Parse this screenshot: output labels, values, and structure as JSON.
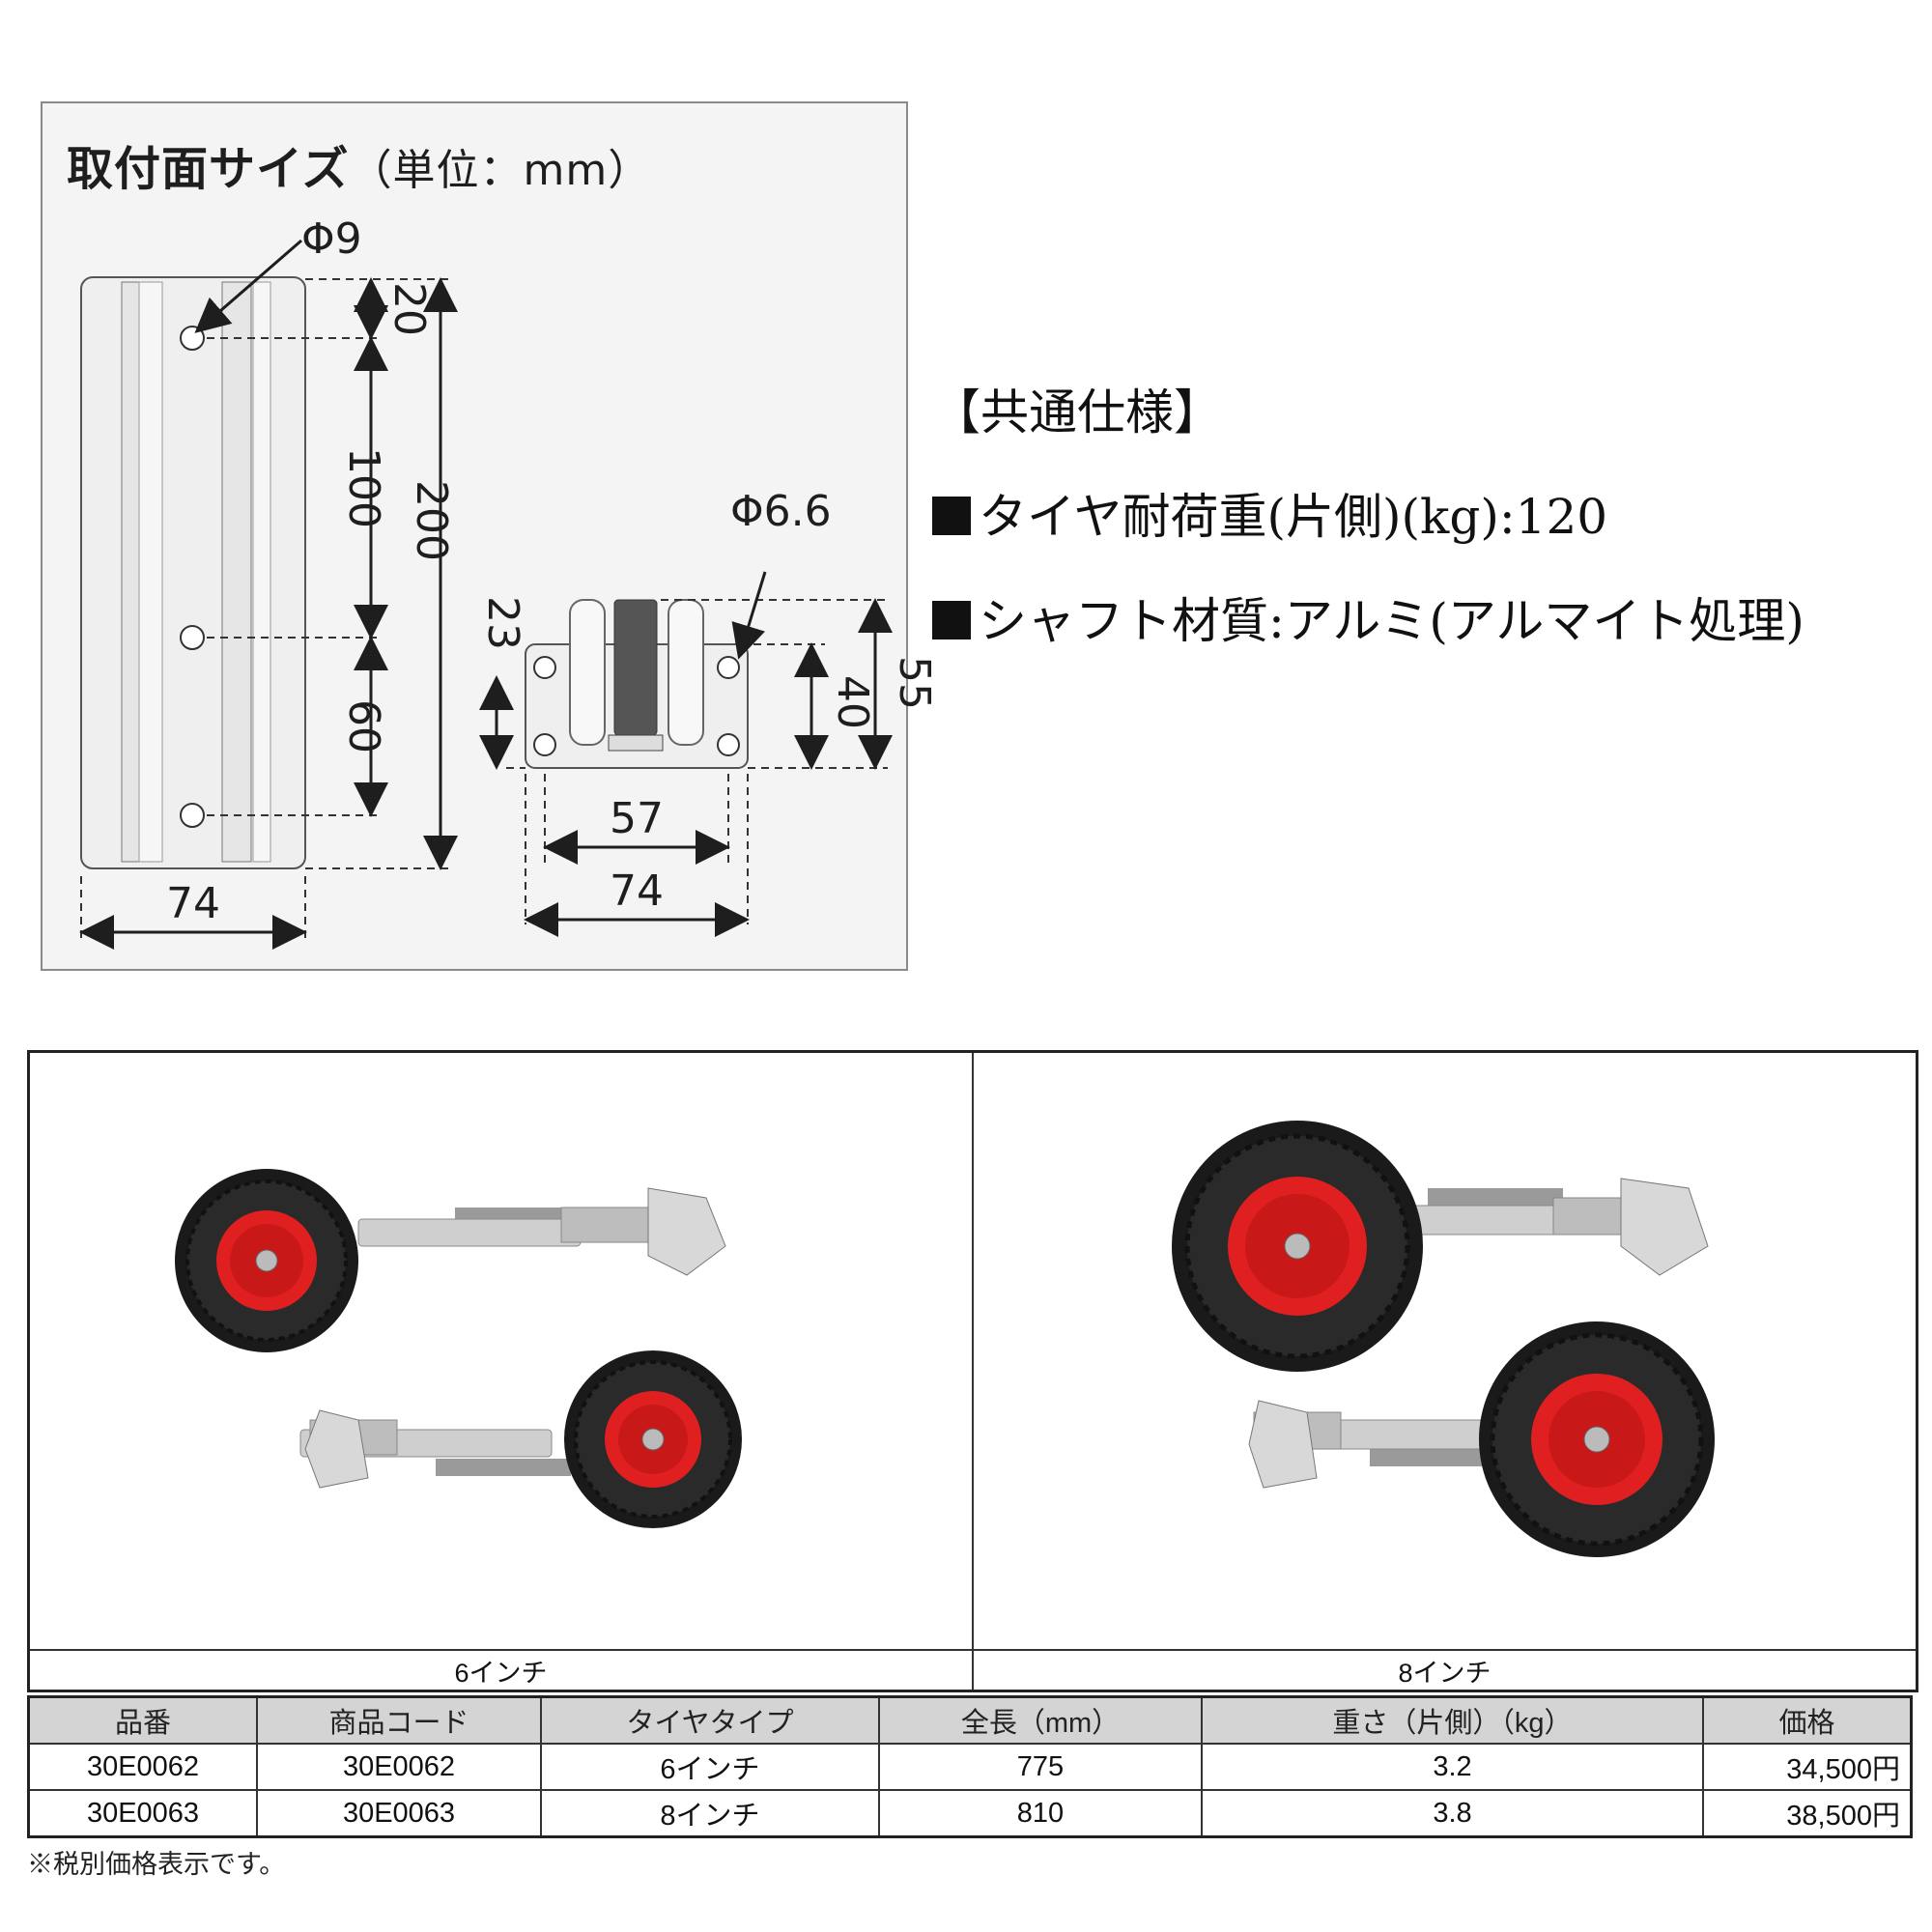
{
  "dimension_drawing": {
    "title": "取付面サイズ",
    "unit_label": "（単位：mm）",
    "labels": {
      "hole_left": "Φ9",
      "hole_right": "Φ6.6",
      "d20": "20",
      "d100": "100",
      "d200": "200",
      "d60": "60",
      "d74_left": "74",
      "d23": "23",
      "d40": "40",
      "d55": "55",
      "d57": "57",
      "d74_right": "74"
    }
  },
  "common_spec": {
    "heading": "【共通仕様】",
    "line1": "タイヤ耐荷重(片側)(kg):120",
    "line2": "シャフト材質:アルミ(アルマイト処理)"
  },
  "products": [
    {
      "caption": "6インチ"
    },
    {
      "caption": "8インチ"
    }
  ],
  "table": {
    "headers": [
      "品番",
      "商品コード",
      "タイヤタイプ",
      "全長（mm）",
      "重さ（片側）（kg）",
      "価格"
    ],
    "rows": [
      [
        "30E0062",
        "30E0062",
        "6インチ",
        "775",
        "3.2",
        "34,500円"
      ],
      [
        "30E0063",
        "30E0063",
        "8インチ",
        "810",
        "3.8",
        "38,500円"
      ]
    ]
  },
  "note": "※税別価格表示です。",
  "colors": {
    "tire": "#1a1a1a",
    "rim": "#e02020",
    "aluminum": "#c9c9c9"
  }
}
